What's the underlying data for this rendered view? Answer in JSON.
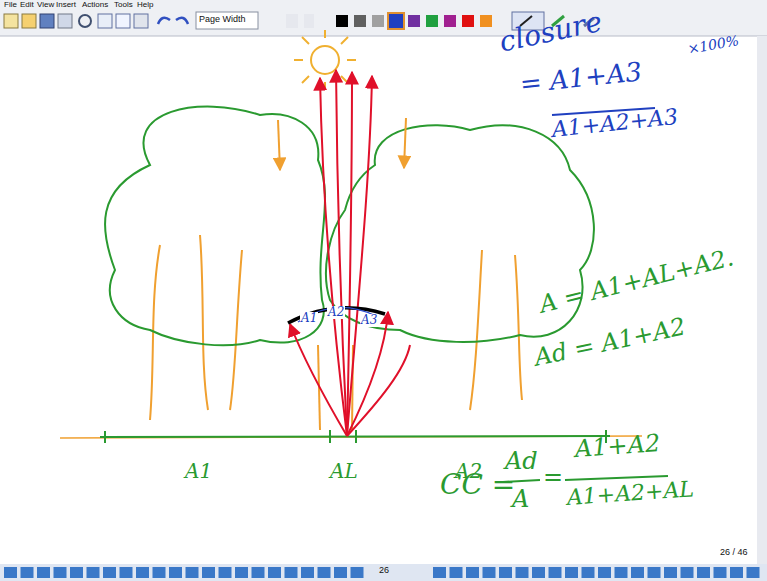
{
  "diagram": {
    "labels": [
      "File",
      "Edit",
      "View",
      "Insert",
      "Actions",
      "Tools",
      "Help",
      "Page Width",
      "closure",
      "= A1+A3",
      "A1+A2+A3",
      "×100%",
      "A1",
      "A2",
      "A3",
      "A = A1+AL+A2.",
      "Ad = A1+A2",
      "A1",
      "AL",
      "A2",
      "CC =",
      "Ad",
      "A",
      "=",
      "A1+A2",
      "A1+A2+AL",
      "26 / 46",
      "26"
    ]
  }
}
